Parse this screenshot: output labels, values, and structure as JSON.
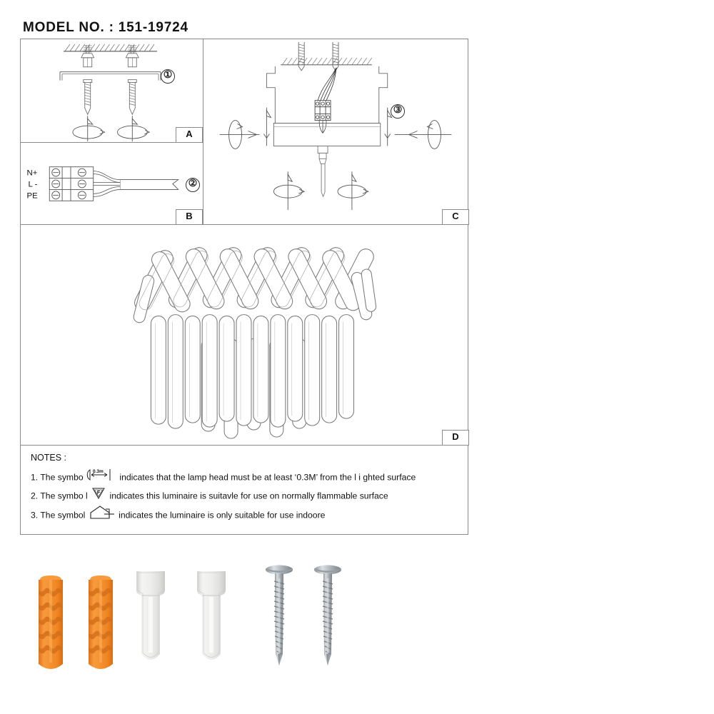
{
  "document": {
    "model_label": "MODEL NO. : 151-19724",
    "type": "luminaire-installation-instruction-sheet"
  },
  "panels": [
    {
      "id": "A",
      "tag": "A",
      "step": "①",
      "name": "ceiling-anchor-and-bracket-step",
      "description": "Drill ceiling, insert wall plugs, fix mounting bracket plate with screws"
    },
    {
      "id": "B",
      "tag": "B",
      "step": "②",
      "name": "terminal-block-wiring-step",
      "description": "Connect supply cable into three-way terminal block",
      "terminals": [
        "N+",
        "L -",
        "PE"
      ]
    },
    {
      "id": "C",
      "tag": "C",
      "step": "③",
      "name": "fixture-body-mounting-step",
      "description": "Mount fixture body to ceiling bracket and route wires through terminal block"
    },
    {
      "id": "D",
      "tag": "D",
      "step": "",
      "name": "assembled-chandelier-view",
      "description": "Finished crystal bar chandelier assembly"
    }
  ],
  "notes": {
    "title": "NOTES :",
    "items": [
      {
        "number": "1.",
        "text_before": "The symbo",
        "symbol": "lamp-distance-0.3m-icon",
        "symbol_label": "0.3m",
        "text_after": "indicates that the lamp head must be at least ‘0.3M’ from the l i ghted surface"
      },
      {
        "number": "2.",
        "text_before": "The symbo l",
        "symbol": "f-mark-triangle-icon",
        "symbol_label": "F",
        "text_after": "indicates this luminaire is suitavle for use on normally flammable surface"
      },
      {
        "number": "3.",
        "text_before": "The symbol",
        "symbol": "indoor-use-house-icon",
        "symbol_label": "",
        "text_after": "indicates the luminaire is only suitable for use indoore"
      }
    ]
  },
  "hardware": {
    "items": [
      {
        "name": "orange-wall-plug-1",
        "label": "orange ribbed wall plug",
        "color": "#F08A25"
      },
      {
        "name": "orange-wall-plug-2",
        "label": "orange ribbed wall plug",
        "color": "#F08A25"
      },
      {
        "name": "white-wall-anchor-1",
        "label": "white plastic wall anchor",
        "color": "#E8E8E6"
      },
      {
        "name": "white-wall-anchor-2",
        "label": "white plastic wall anchor",
        "color": "#E8E8E6"
      },
      {
        "name": "screw-1",
        "label": "pan head self-tapping screw",
        "color": "#B9BEC2"
      },
      {
        "name": "screw-2",
        "label": "pan head self-tapping screw",
        "color": "#B9BEC2"
      }
    ]
  },
  "colors": {
    "line": "#6f6f6f",
    "line_dark": "#2e2e2e",
    "frame": "#8a8a8a",
    "orange": "#F08A25",
    "orange_dark": "#D4701A",
    "white_plastic": "#E6E6E4",
    "metal": "#B9BEC2",
    "metal_dark": "#7D848A"
  }
}
